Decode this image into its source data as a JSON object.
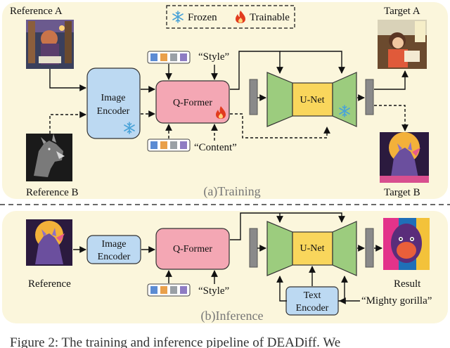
{
  "legend": {
    "frozen": "Frozen",
    "trainable": "Trainable"
  },
  "training": {
    "reference_a": "Reference A",
    "reference_b": "Reference B",
    "image_encoder": [
      "Image",
      "Encoder"
    ],
    "qformer": "Q-Former",
    "style_prompt": "“Style”",
    "content_prompt": "“Content”",
    "unet": "U-Net",
    "target_a": "Target A",
    "target_b": "Target B",
    "caption": "(a)Training"
  },
  "inference": {
    "reference": "Reference",
    "image_encoder": [
      "Image",
      "Encoder"
    ],
    "qformer": "Q-Former",
    "style_prompt": "“Style”",
    "unet": "U-Net",
    "text_encoder": [
      "Text",
      "Encoder"
    ],
    "text_prompt": "“Mighty gorilla”",
    "result": "Result",
    "caption": "(b)Inference"
  },
  "figure_caption": "Figure 2: The training and inference pipeline of DEADiff. We",
  "colors": {
    "panel_bg": "#fbf6dc",
    "encoder": "#bcd9f2",
    "qformer": "#f4a7b4",
    "unet_green": "#9ccc7e",
    "unet_yellow": "#f9d65c",
    "token_blue": "#5b8bd3",
    "token_orange": "#e9a04b",
    "token_gray": "#9aa0a6",
    "token_violet": "#8e7cc3",
    "snow": "#4aa3d8",
    "fire": "#e23b1e"
  }
}
